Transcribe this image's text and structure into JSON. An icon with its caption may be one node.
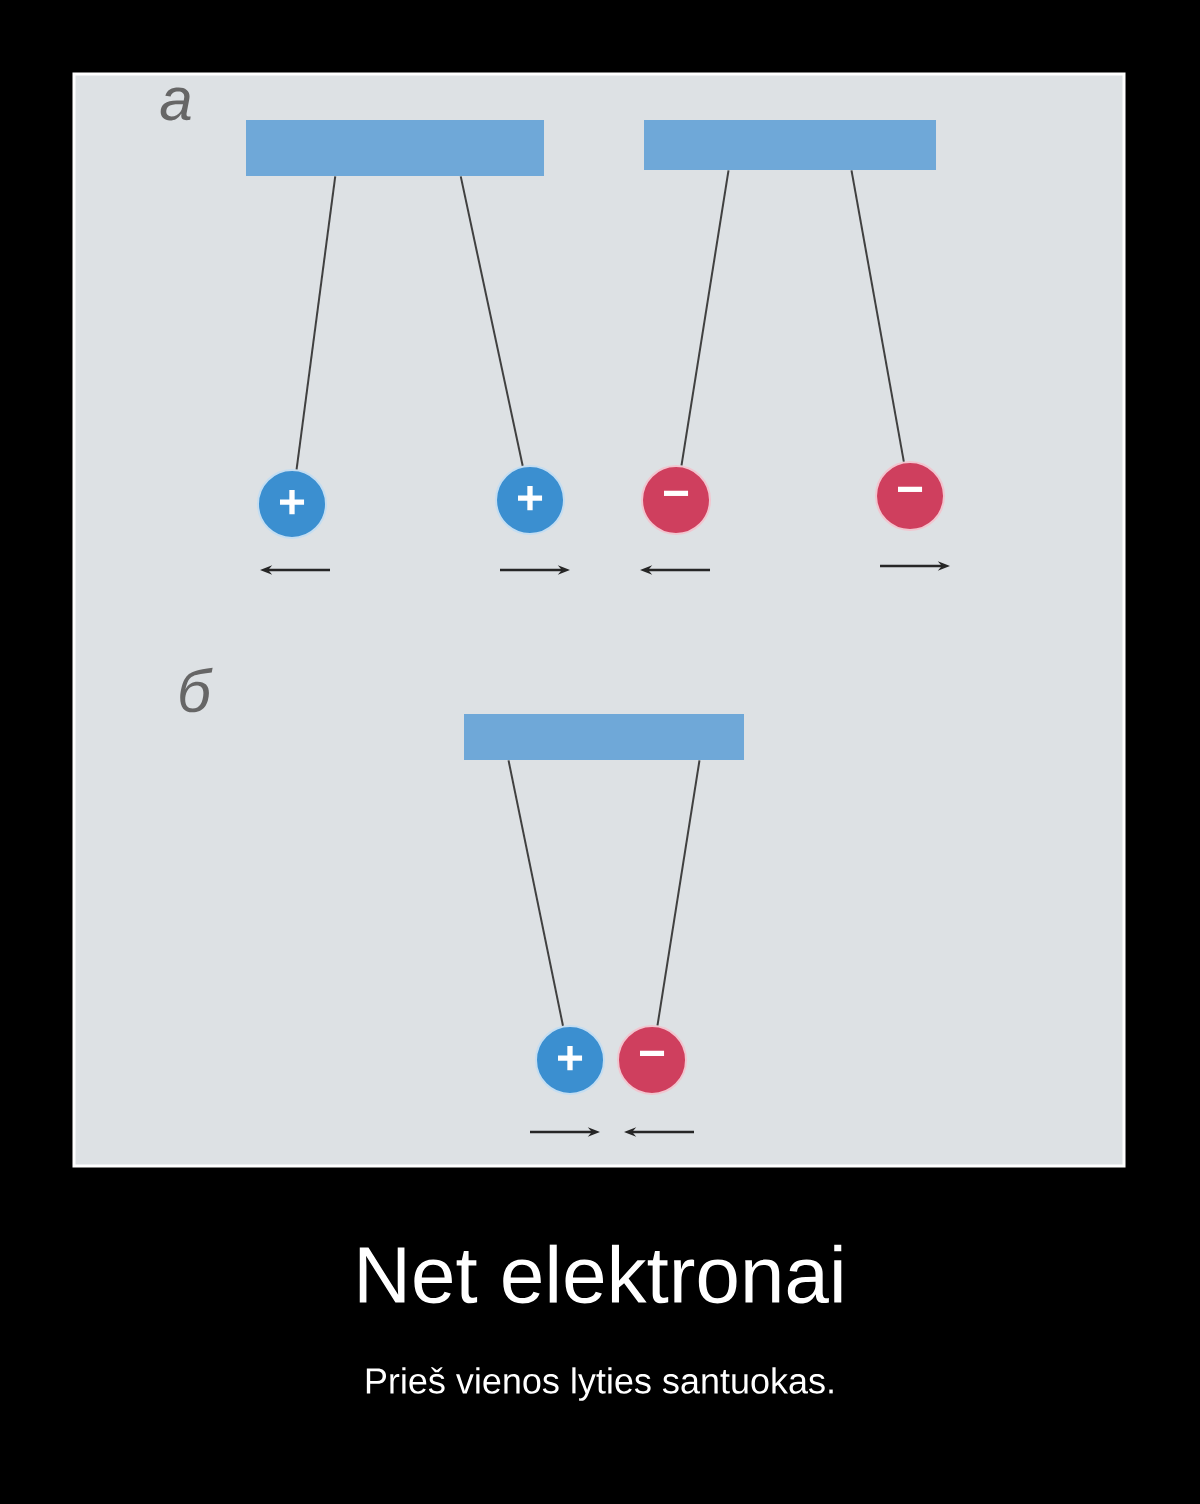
{
  "diagram": {
    "title": "Net elektronai",
    "caption": "Prieš vienos lyties santuokas.",
    "nodes": [
      {
        "text": [],
        "shape": "bar"
      },
      {
        "text": [],
        "shape": "bar"
      },
      {
        "text": [
          "+"
        ]
      },
      {
        "text": [
          "+"
        ]
      },
      {
        "text": [
          "−"
        ]
      },
      {
        "text": [
          "−"
        ]
      },
      {
        "text": [],
        "shape": "bar"
      },
      {
        "text": [
          "+"
        ]
      },
      {
        "text": [
          "−"
        ]
      }
    ],
    "edges": [
      {
        "from": 0,
        "to": 2,
        "arrow": "none"
      },
      {
        "from": 0,
        "to": 3,
        "arrow": "none"
      },
      {
        "from": 1,
        "to": 4,
        "arrow": "none"
      },
      {
        "from": 1,
        "to": 5,
        "arrow": "none"
      },
      {
        "from": 6,
        "to": 7,
        "arrow": "none"
      },
      {
        "from": 6,
        "to": 8,
        "arrow": "none"
      }
    ],
    "labels": [
      "a",
      "б"
    ]
  }
}
